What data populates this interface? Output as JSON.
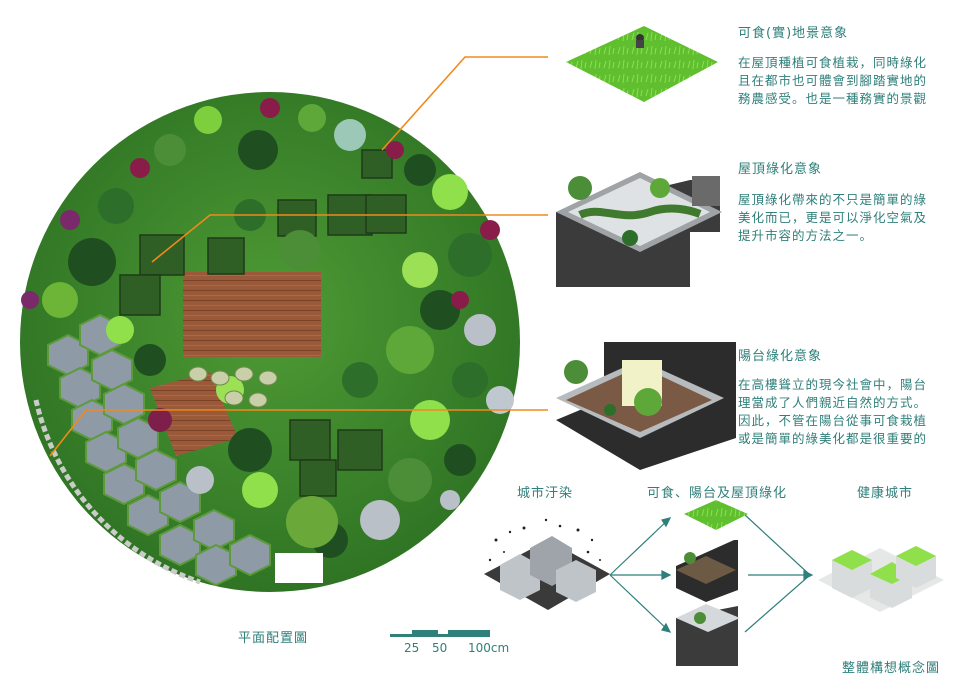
{
  "sections": [
    {
      "title": "可食(實)地景意象",
      "lines": [
        "在屋頂種植可食植栽，同時綠化",
        "且在都市也可體會到腳踏實地的",
        "務農感受。也是一種務實的景觀"
      ]
    },
    {
      "title": "屋頂綠化意象",
      "lines": [
        "屋頂綠化帶來的不只是簡單的綠",
        "美化而已，更是可以淨化空氣及",
        "提升市容的方法之一。"
      ]
    },
    {
      "title": "陽台綠化意象",
      "lines": [
        "在高樓聳立的現今社會中，陽台",
        "理當成了人們親近自然的方式。",
        "因此，不管在陽台從事可食栽植",
        "或是簡單的綠美化都是很重要的"
      ]
    }
  ],
  "flow": {
    "labels": [
      "城市汙染",
      "可食、陽台及屋頂綠化",
      "健康城市"
    ],
    "caption": "整體構想概念圖"
  },
  "plan": {
    "caption": "平面配置圖",
    "scale_ticks": [
      "25",
      "50",
      "100cm"
    ]
  },
  "colors": {
    "text": "#2f7f7a",
    "lawn": "#3f8a2e",
    "deck": "#9a5a3a",
    "leader": "#f08a1c",
    "paver": "#8e9aa6"
  }
}
